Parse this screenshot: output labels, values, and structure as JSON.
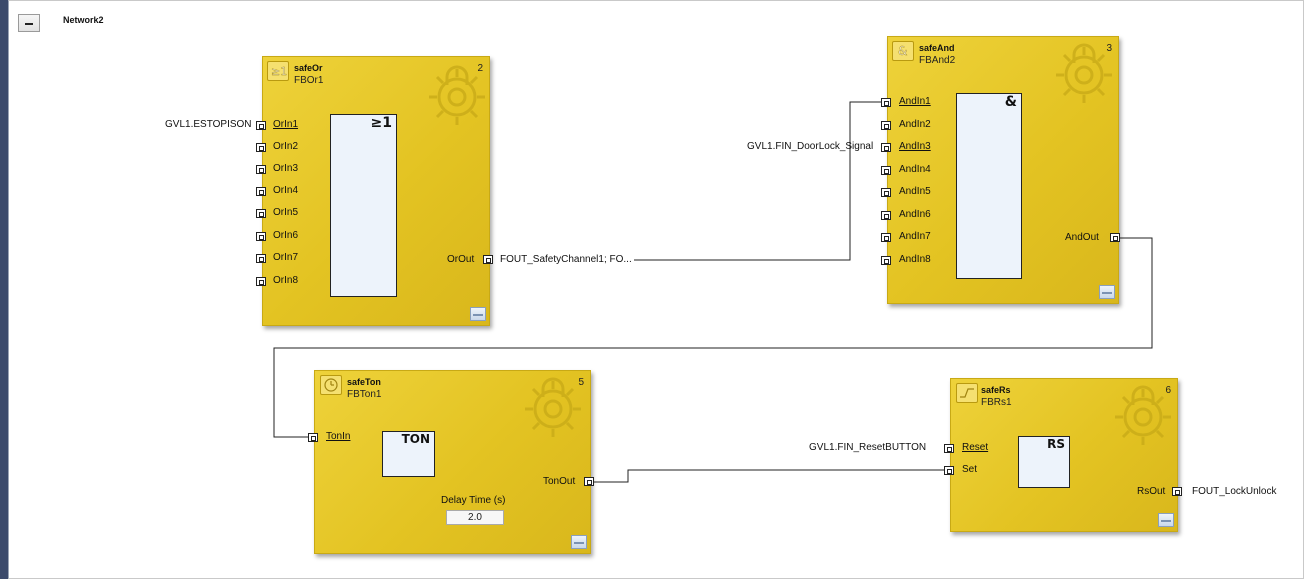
{
  "network": {
    "title": "Network2",
    "collapse_icon": "minus-icon"
  },
  "blocks": {
    "or": {
      "type": "safeOr",
      "instance": "FBOr1",
      "number": "2",
      "inner_label": "≥1",
      "inputs": [
        "OrIn1",
        "OrIn2",
        "OrIn3",
        "OrIn4",
        "OrIn5",
        "OrIn6",
        "OrIn7",
        "OrIn8"
      ],
      "output": "OrOut"
    },
    "and": {
      "type": "safeAnd",
      "instance": "FBAnd2",
      "number": "3",
      "inner_label": "&",
      "inputs": [
        "AndIn1",
        "AndIn2",
        "AndIn3",
        "AndIn4",
        "AndIn5",
        "AndIn6",
        "AndIn7",
        "AndIn8"
      ],
      "output": "AndOut"
    },
    "ton": {
      "type": "safeTon",
      "instance": "FBTon1",
      "number": "5",
      "inner_label": "TON",
      "inputs": [
        "TonIn"
      ],
      "output": "TonOut",
      "param_label": "Delay Time (s)",
      "param_value": "2.0"
    },
    "rs": {
      "type": "safeRs",
      "instance": "FBRs1",
      "number": "6",
      "inner_label": "RS",
      "inputs": [
        "Reset",
        "Set"
      ],
      "output": "RsOut"
    }
  },
  "variables": {
    "or_in1": "GVL1.ESTOPISON",
    "or_out": "FOUT_SafetyChannel1; FO...",
    "and_in3": "GVL1.FIN_DoorLock_Signal",
    "rs_reset": "GVL1.FIN_ResetBUTTON",
    "rs_out": "FOUT_LockUnlock"
  },
  "colors": {
    "block": "#e8c92b",
    "inner": "#edf3fb",
    "wire": "#222222"
  }
}
